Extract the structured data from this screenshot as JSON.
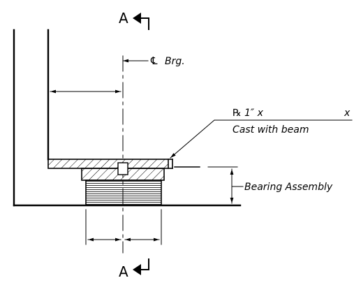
{
  "section_marker_top": {
    "letter": "A"
  },
  "section_marker_bottom": {
    "letter": "A"
  },
  "centerline_label": {
    "symbol": "℄",
    "text": "Brg."
  },
  "plate_callout": {
    "line1": "℞  1″ x",
    "line1_suffix": "x",
    "line2": "Cast with beam"
  },
  "bearing_label": "Bearing Assembly",
  "colors": {
    "ink": "#000000",
    "background": "#ffffff"
  }
}
